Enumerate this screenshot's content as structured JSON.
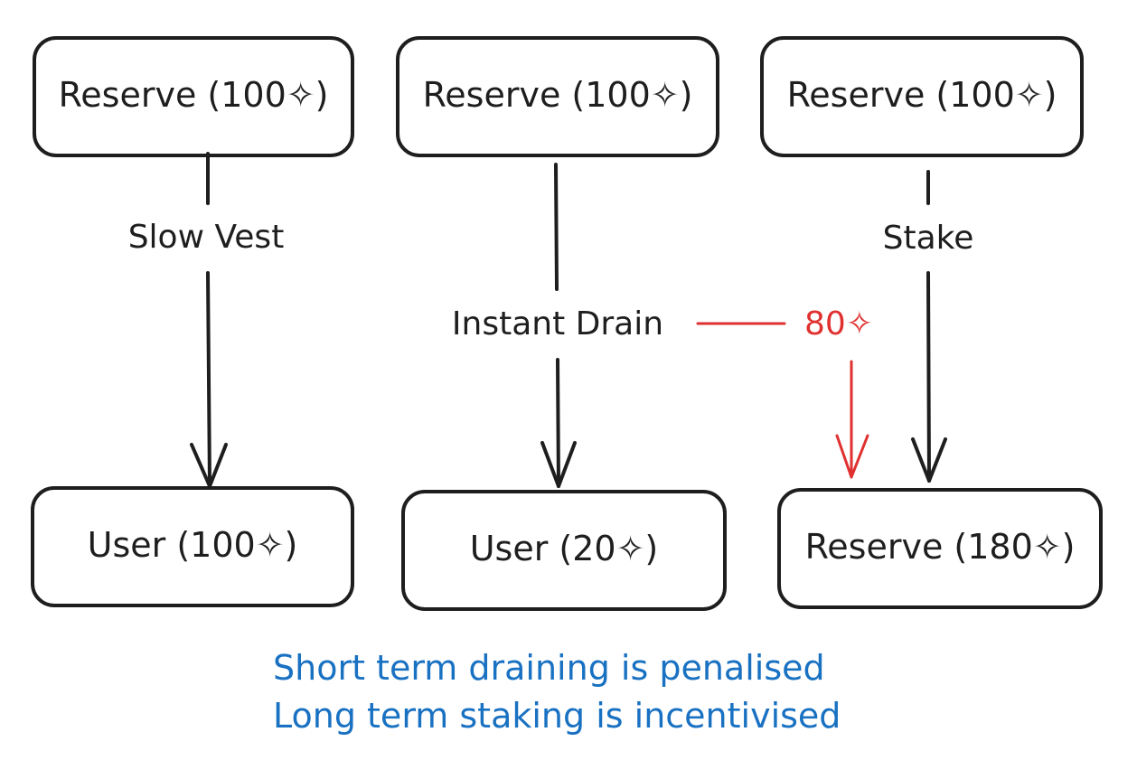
{
  "nodes": {
    "reserve_slow": "Reserve (100✧)",
    "reserve_instant": "Reserve (100✧)",
    "reserve_stake": "Reserve (100✧)",
    "user_slow": "User (100✧)",
    "user_instant": "User (20✧)",
    "reserve_result": "Reserve (180✧)"
  },
  "edges": {
    "slow_vest": "Slow Vest",
    "instant_drain": "Instant Drain",
    "stake": "Stake",
    "penalty": "80✧"
  },
  "caption": {
    "line1": "Short term draining is penalised",
    "line2": "Long term staking is incentivised"
  },
  "colors": {
    "stroke": "#1e1e1e",
    "penalty": "#e03131",
    "caption": "#1971c2"
  }
}
